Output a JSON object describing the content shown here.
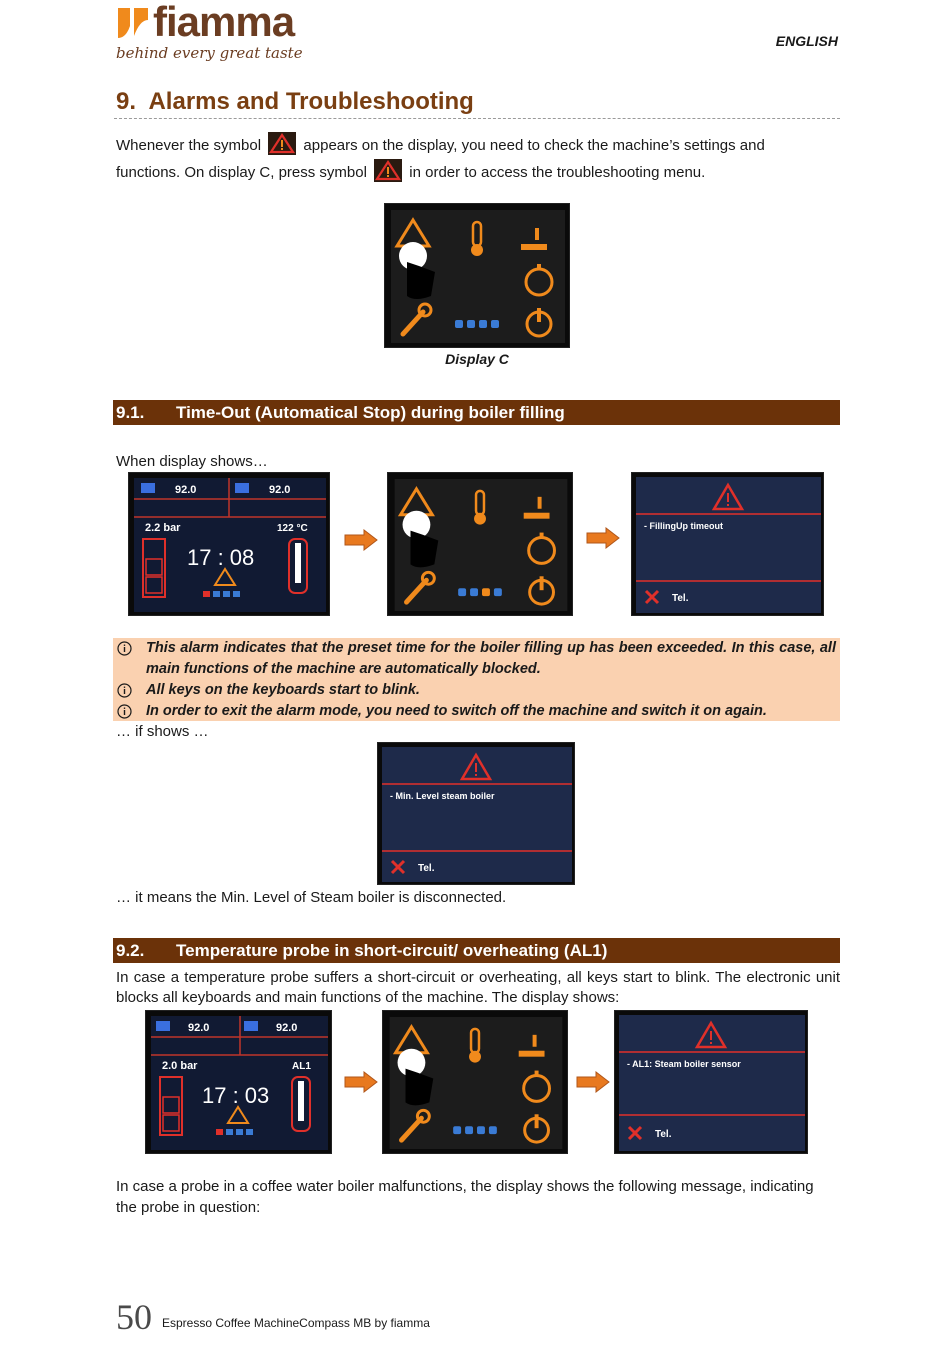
{
  "header": {
    "brand": "fiamma",
    "tagline": "behind every great taste",
    "language": "ENGLISH"
  },
  "chapter": {
    "number": "9.",
    "title": "Alarms and Troubleshooting"
  },
  "intro": {
    "part1": "Whenever the symbol",
    "part2": "appears on the display, you need to check the machine’s settings and",
    "part3": "functions. On display C, press symbol",
    "part4": "in order to access the troubleshooting menu."
  },
  "figure_c": {
    "caption": "Display C"
  },
  "section_1": {
    "number": "9.1.",
    "title": "Time-Out (Automatical Stop) during boiler filling",
    "lead": "When display shows…",
    "notes": [
      "This alarm indicates that the preset time for the boiler filling up has been exceeded. In this case, all main functions of the machine are automatically blocked.",
      "All keys on the keyboards start to blink.",
      "In order to exit the alarm mode, you need to switch off the machine and switch it on again."
    ],
    "if_shows": "… if shows …",
    "meaning": "… it means the Min. Level of Steam boiler is disconnected."
  },
  "section_2": {
    "number": "9.2.",
    "title": "Temperature probe in short-circuit/ overheating (AL1)",
    "para": "In case a temperature probe suffers a short-circuit or overheating, all keys start to blink. The electronic unit blocks all keyboards and main functions of the machine. The display shows:",
    "para2": "In case a probe in a coffee water boiler malfunctions, the display shows the following message, indicating the probe in question:"
  },
  "screens": {
    "status_1": {
      "left_temp": "92.0",
      "right_temp": "92.0",
      "pressure": "2.2 bar",
      "boiler_temp": "122 °C",
      "time": "17 : 08"
    },
    "status_2": {
      "left_temp": "92.0",
      "right_temp": "92.0",
      "pressure": "2.0 bar",
      "alarm_code": "AL1",
      "time": "17 : 03"
    },
    "alarm_1": {
      "message": "- FillingUp timeout",
      "tel": "Tel."
    },
    "alarm_2": {
      "message": "- Min. Level steam boiler",
      "tel": "Tel."
    },
    "alarm_3": {
      "message": "- AL1: Steam boiler sensor",
      "tel": "Tel."
    }
  },
  "footer": {
    "page": "50",
    "text": "Espresso Coffee MachineCompass MB by fiamma"
  },
  "colors": {
    "brand_brown": "#6b3d22",
    "section_bar": "#6b3209",
    "note_background": "#fad1b0",
    "arrow_orange": "#e8791f",
    "display_orange": "#f08a1c",
    "display_red": "#e0302a"
  }
}
